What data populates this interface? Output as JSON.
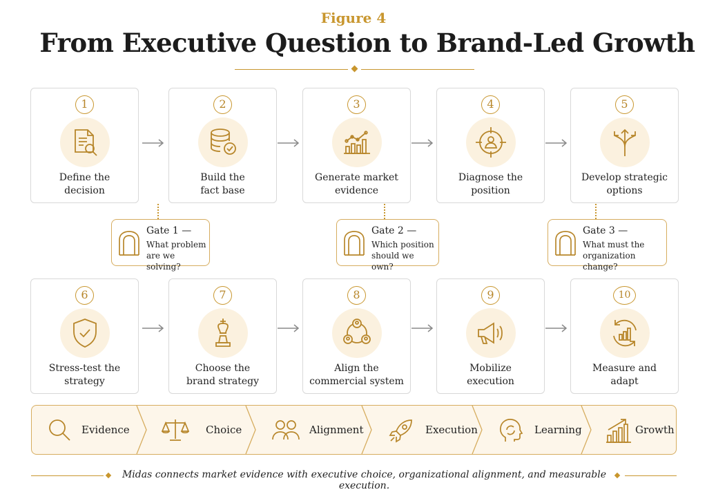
{
  "header": {
    "eyebrow": "Figure 4",
    "title": "From Executive Question to Brand-Led Growth"
  },
  "steps": [
    {
      "num": "1",
      "label": "Define the\ndecision",
      "icon": "document-search-icon"
    },
    {
      "num": "2",
      "label": "Build the\nfact base",
      "icon": "database-check-icon"
    },
    {
      "num": "3",
      "label": "Generate market\nevidence",
      "icon": "chart-trend-icon"
    },
    {
      "num": "4",
      "label": "Diagnose the\nposition",
      "icon": "target-person-icon"
    },
    {
      "num": "5",
      "label": "Develop strategic\noptions",
      "icon": "diverging-arrows-icon"
    },
    {
      "num": "6",
      "label": "Stress-test the\nstrategy",
      "icon": "shield-check-icon"
    },
    {
      "num": "7",
      "label": "Choose the\nbrand strategy",
      "icon": "chess-king-icon"
    },
    {
      "num": "8",
      "label": "Align the\ncommercial system",
      "icon": "network-people-icon"
    },
    {
      "num": "9",
      "label": "Mobilize\nexecution",
      "icon": "megaphone-icon"
    },
    {
      "num": "10",
      "label": "Measure and\nadapt",
      "icon": "cycle-chart-icon"
    }
  ],
  "gates": [
    {
      "title": "Gate 1 —",
      "question": "What problem\nare we solving?"
    },
    {
      "title": "Gate 2 —",
      "question": "Which position\nshould we own?"
    },
    {
      "title": "Gate 3 —",
      "question": "What must the\norganization change?"
    }
  ],
  "band": [
    {
      "label": "Evidence",
      "icon": "magnifier-icon"
    },
    {
      "label": "Choice",
      "icon": "scales-icon"
    },
    {
      "label": "Alignment",
      "icon": "people-icon"
    },
    {
      "label": "Execution",
      "icon": "rocket-icon"
    },
    {
      "label": "Learning",
      "icon": "head-cycle-icon"
    },
    {
      "label": "Growth",
      "icon": "growth-chart-icon"
    }
  ],
  "footer": {
    "text": "Midas connects market evidence with executive choice, organizational alignment, and measurable execution."
  },
  "colors": {
    "accent": "#c8962e",
    "icon_bg": "#fbf1df",
    "band_bg": "#fdf6ea",
    "border": "#d8d8d8"
  }
}
